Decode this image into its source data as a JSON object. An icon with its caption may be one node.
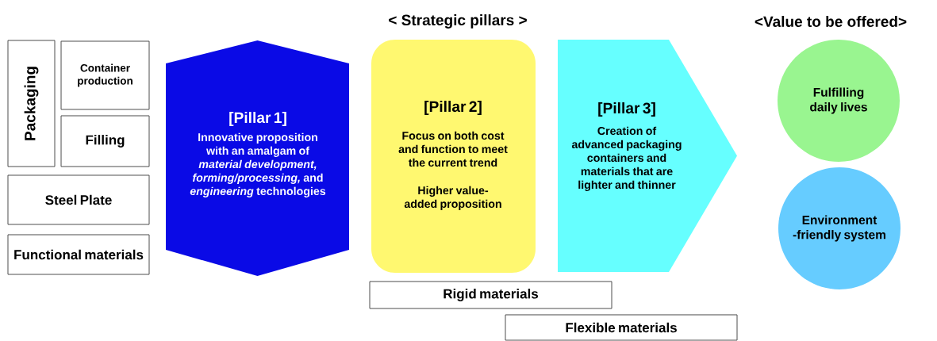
{
  "diagram": {
    "nodes": [
      {
        "text": [
          "Packaging"
        ]
      },
      {
        "text": [
          "Container production"
        ]
      },
      {
        "text": [
          "Filling"
        ]
      },
      {
        "text": [
          "Steel Plate"
        ]
      },
      {
        "text": [
          "Functional materials"
        ]
      },
      {
        "text": [
          "[Pillar 1]",
          "Innovative proposition with an amalgam of *material development, forming/processing,* and *engineering* technologies"
        ]
      },
      {
        "text": [
          "[Pillar 2]",
          "Focus on both cost and function to meet the current trend",
          "Higher value-added proposition"
        ]
      },
      {
        "text": [
          "[Pillar 3]",
          "Creation of advanced packaging containers and materials that are lighter and thinner"
        ]
      },
      {
        "text": [
          "Fulfilling daily lives"
        ]
      },
      {
        "text": [
          "Environment -friendly system"
        ]
      },
      {
        "text": [
          "Rigid materials"
        ]
      },
      {
        "text": [
          "Flexible materials"
        ]
      }
    ],
    "labels": [
      "< Strategic pillars >",
      "<Value to be offered>"
    ]
  }
}
